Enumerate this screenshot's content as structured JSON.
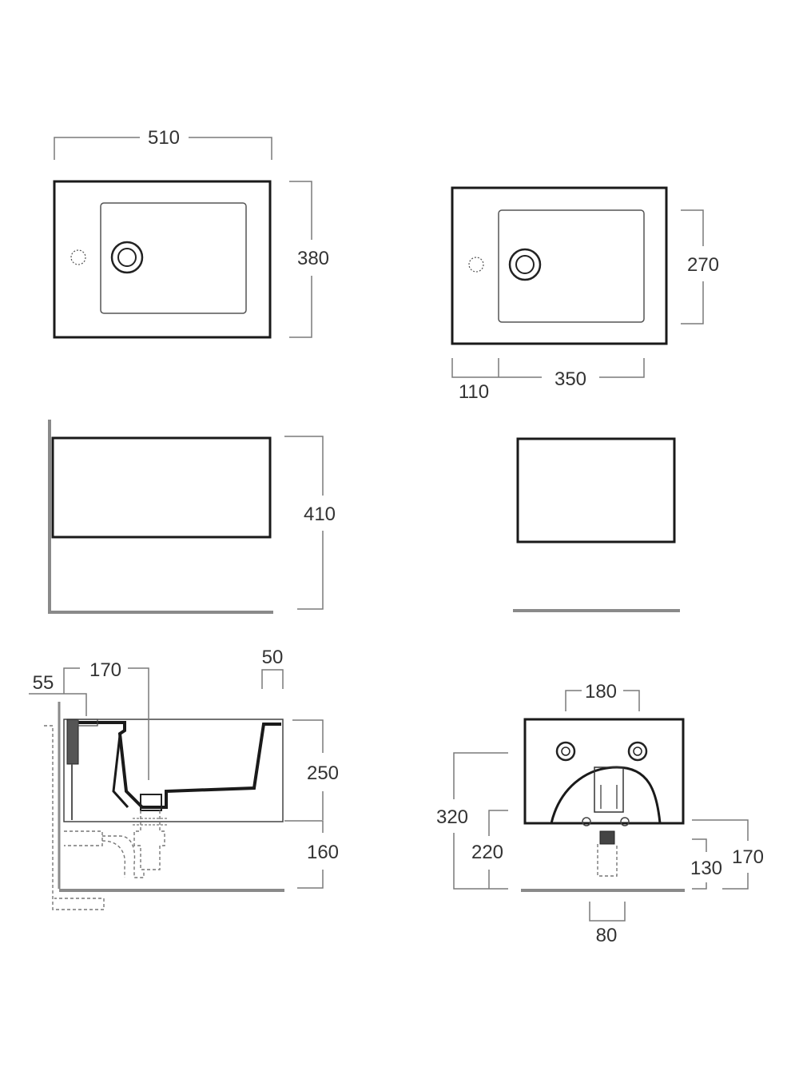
{
  "colors": {
    "outline": "#1a1a1a",
    "dimension": "#7a7a7a",
    "floor": "#8a8a8a",
    "hidden": "#777777",
    "text": "#333333"
  },
  "dimensions": {
    "top_width": "510",
    "top_depth": "380",
    "basin_depth": "270",
    "tap_offset": "110",
    "basin_width": "350",
    "front_height": "410",
    "pipe_offset": "55",
    "waste_offset": "170",
    "rim_width": "50",
    "bowl_height": "250",
    "bracket_height": "160",
    "tap_spacing": "180",
    "tap_height": "320",
    "waste_height": "220",
    "inlet_height": "170",
    "outlet_height": "130",
    "waste_width": "80"
  }
}
